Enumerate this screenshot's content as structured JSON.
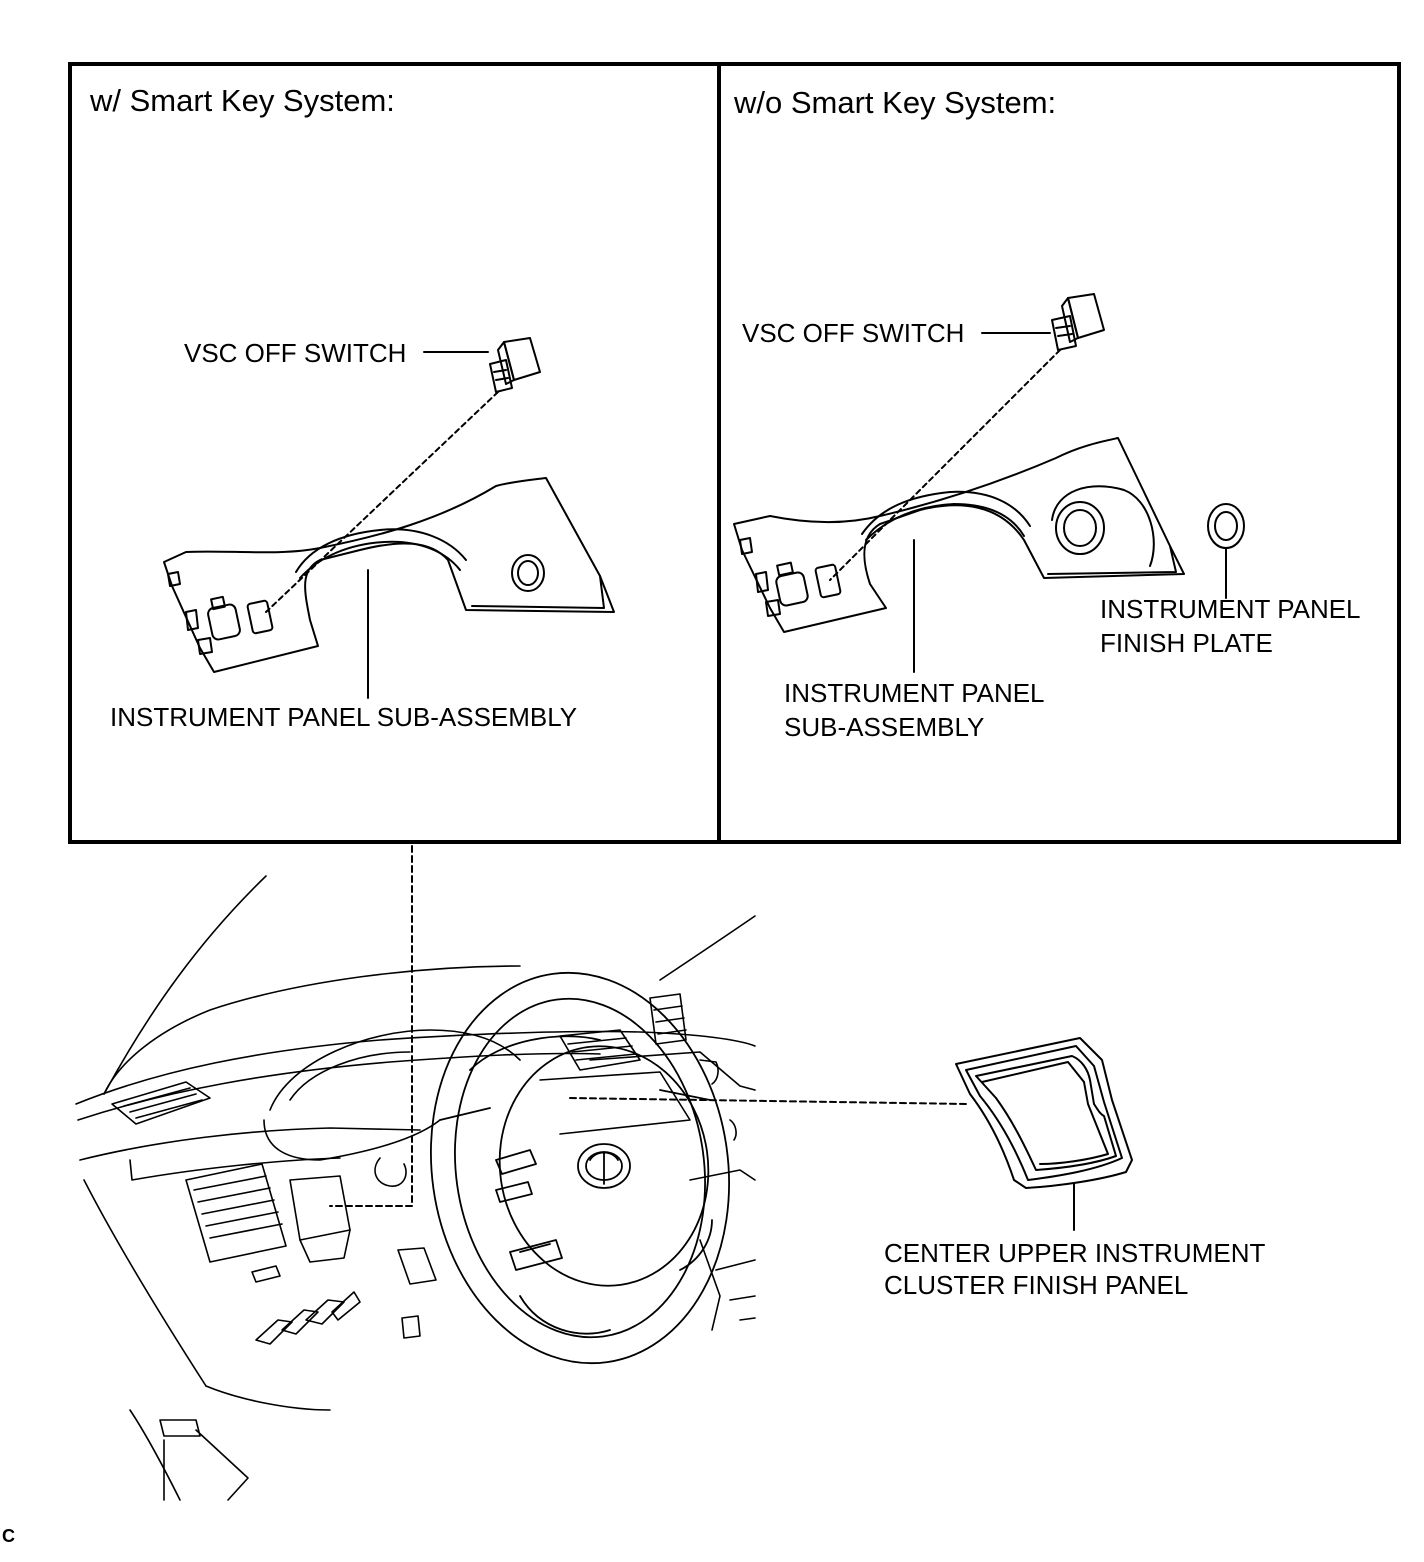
{
  "left_panel": {
    "heading": "w/ Smart Key System:",
    "vsc_label": "VSC OFF SWITCH",
    "panel_label": "INSTRUMENT PANEL SUB-ASSEMBLY"
  },
  "right_panel": {
    "heading": "w/o Smart Key System:",
    "vsc_label": "VSC OFF SWITCH",
    "panel_label_line1": "INSTRUMENT PANEL",
    "panel_label_line2": "SUB-ASSEMBLY",
    "plate_label_line1": "INSTRUMENT PANEL",
    "plate_label_line2": "FINISH PLATE"
  },
  "lower": {
    "cluster_label_line1": "CENTER UPPER INSTRUMENT",
    "cluster_label_line2": "CLUSTER FINISH PANEL"
  },
  "corner_mark": "C",
  "colors": {
    "ink": "#000000",
    "panel_fill": "#ffffff"
  }
}
